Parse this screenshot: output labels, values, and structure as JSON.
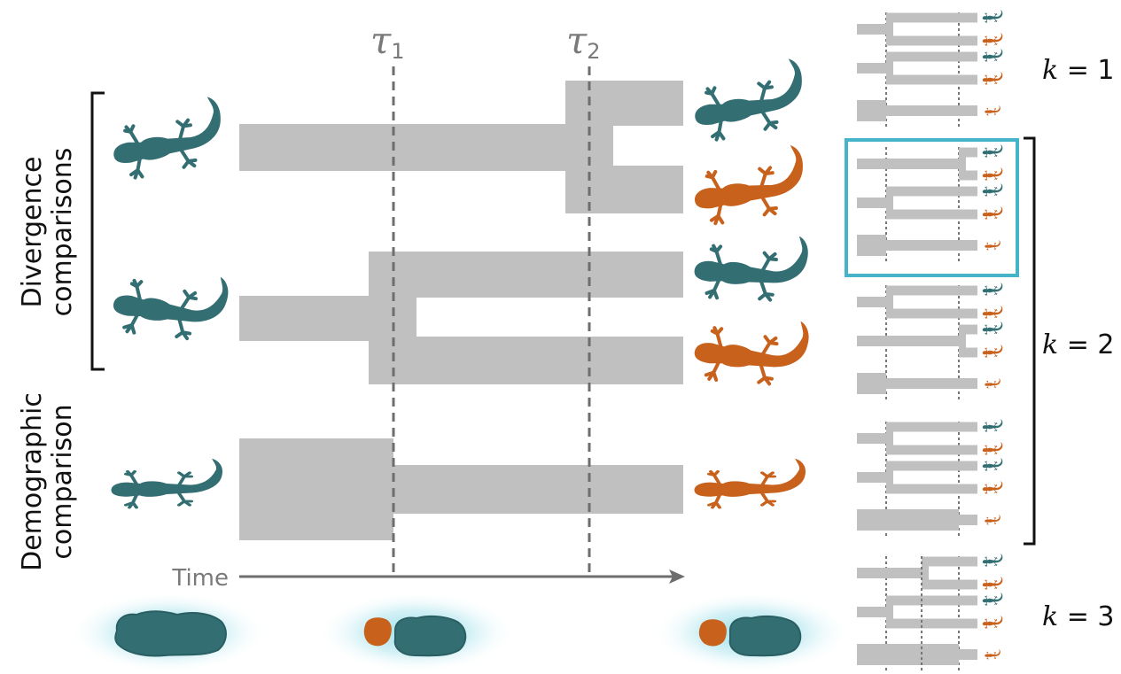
{
  "labels": {
    "divergence_line1": "Divergence",
    "divergence_line2": "comparisons",
    "demographic_line1": "Demographic",
    "demographic_line2": "comparison",
    "time": "Time"
  },
  "tau": {
    "t1_symbol": "τ",
    "t1_sub": "1",
    "t2_symbol": "τ",
    "t2_sub": "2"
  },
  "k_labels": [
    {
      "var": "k",
      "rest": " = 1"
    },
    {
      "var": "k",
      "rest": " = 2"
    },
    {
      "var": "k",
      "rest": " = 3"
    }
  ],
  "colors": {
    "tree_gray": "#c0c0c0",
    "dash_gray": "#6e6e6e",
    "teal": "#336e73",
    "orange": "#c8611c",
    "highlight": "#45b4c8",
    "glow": "#7fd6e4"
  },
  "icons": [
    "gecko-icon",
    "island-icon"
  ]
}
